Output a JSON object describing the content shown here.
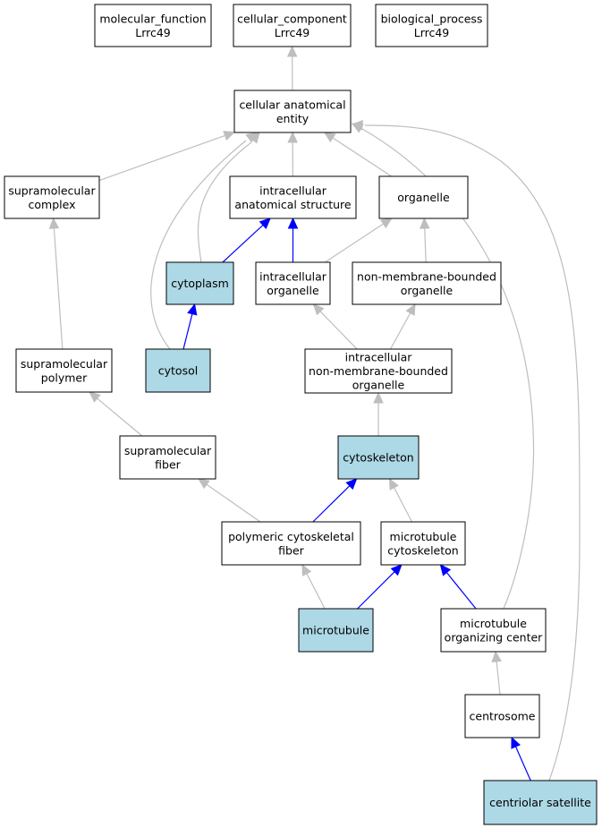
{
  "colors": {
    "background": "#ffffff",
    "node_border": "#000000",
    "highlight_fill": "#add8e6",
    "plain_fill": "#ffffff",
    "edge_gray": "#bebebe",
    "edge_blue": "#0000ff"
  },
  "nodes": [
    {
      "id": "molecular_function",
      "lines": [
        "molecular_function",
        "Lrrc49"
      ],
      "highlighted": false
    },
    {
      "id": "cellular_component",
      "lines": [
        "cellular_component",
        "Lrrc49"
      ],
      "highlighted": false
    },
    {
      "id": "biological_process",
      "lines": [
        "biological_process",
        "Lrrc49"
      ],
      "highlighted": false
    },
    {
      "id": "cellular_anatomical_entity",
      "lines": [
        "cellular anatomical",
        "entity"
      ],
      "highlighted": false
    },
    {
      "id": "supramolecular_complex",
      "lines": [
        "supramolecular",
        "complex"
      ],
      "highlighted": false
    },
    {
      "id": "intracellular_anatomical_structure",
      "lines": [
        "intracellular",
        "anatomical structure"
      ],
      "highlighted": false
    },
    {
      "id": "organelle",
      "lines": [
        "organelle"
      ],
      "highlighted": false
    },
    {
      "id": "cytoplasm",
      "lines": [
        "cytoplasm"
      ],
      "highlighted": true
    },
    {
      "id": "intracellular_organelle",
      "lines": [
        "intracellular",
        "organelle"
      ],
      "highlighted": false
    },
    {
      "id": "non_membrane_bounded_organelle",
      "lines": [
        "non-membrane-bounded",
        "organelle"
      ],
      "highlighted": false
    },
    {
      "id": "supramolecular_polymer",
      "lines": [
        "supramolecular",
        "polymer"
      ],
      "highlighted": false
    },
    {
      "id": "cytosol",
      "lines": [
        "cytosol"
      ],
      "highlighted": true
    },
    {
      "id": "intracellular_nmb_organelle",
      "lines": [
        "intracellular",
        "non-membrane-bounded",
        "organelle"
      ],
      "highlighted": false
    },
    {
      "id": "supramolecular_fiber",
      "lines": [
        "supramolecular",
        "fiber"
      ],
      "highlighted": false
    },
    {
      "id": "cytoskeleton",
      "lines": [
        "cytoskeleton"
      ],
      "highlighted": true
    },
    {
      "id": "polymeric_cytoskeletal_fiber",
      "lines": [
        "polymeric cytoskeletal",
        "fiber"
      ],
      "highlighted": false
    },
    {
      "id": "microtubule_cytoskeleton",
      "lines": [
        "microtubule",
        "cytoskeleton"
      ],
      "highlighted": false
    },
    {
      "id": "microtubule",
      "lines": [
        "microtubule"
      ],
      "highlighted": true
    },
    {
      "id": "microtubule_organizing_center",
      "lines": [
        "microtubule",
        "organizing center"
      ],
      "highlighted": false
    },
    {
      "id": "centrosome",
      "lines": [
        "centrosome"
      ],
      "highlighted": false
    },
    {
      "id": "centriolar_satellite",
      "lines": [
        "centriolar satellite"
      ],
      "highlighted": true
    }
  ],
  "edges": [
    {
      "from": "cellular_anatomical_entity",
      "to": "cellular_component",
      "color": "gray"
    },
    {
      "from": "supramolecular_complex",
      "to": "cellular_anatomical_entity",
      "color": "gray"
    },
    {
      "from": "intracellular_anatomical_structure",
      "to": "cellular_anatomical_entity",
      "color": "gray"
    },
    {
      "from": "organelle",
      "to": "cellular_anatomical_entity",
      "color": "gray"
    },
    {
      "from": "cytoplasm",
      "to": "cellular_anatomical_entity",
      "color": "gray"
    },
    {
      "from": "cytosol",
      "to": "cellular_anatomical_entity",
      "color": "gray"
    },
    {
      "from": "microtubule_organizing_center",
      "to": "cellular_anatomical_entity",
      "color": "gray"
    },
    {
      "from": "centriolar_satellite",
      "to": "cellular_anatomical_entity",
      "color": "gray"
    },
    {
      "from": "cytoplasm",
      "to": "intracellular_anatomical_structure",
      "color": "blue"
    },
    {
      "from": "intracellular_organelle",
      "to": "intracellular_anatomical_structure",
      "color": "blue"
    },
    {
      "from": "intracellular_organelle",
      "to": "organelle",
      "color": "gray"
    },
    {
      "from": "non_membrane_bounded_organelle",
      "to": "organelle",
      "color": "gray"
    },
    {
      "from": "cytosol",
      "to": "cytoplasm",
      "color": "blue"
    },
    {
      "from": "supramolecular_polymer",
      "to": "supramolecular_complex",
      "color": "gray"
    },
    {
      "from": "intracellular_nmb_organelle",
      "to": "intracellular_organelle",
      "color": "gray"
    },
    {
      "from": "intracellular_nmb_organelle",
      "to": "non_membrane_bounded_organelle",
      "color": "gray"
    },
    {
      "from": "supramolecular_fiber",
      "to": "supramolecular_polymer",
      "color": "gray"
    },
    {
      "from": "cytoskeleton",
      "to": "intracellular_nmb_organelle",
      "color": "gray"
    },
    {
      "from": "polymeric_cytoskeletal_fiber",
      "to": "supramolecular_fiber",
      "color": "gray"
    },
    {
      "from": "polymeric_cytoskeletal_fiber",
      "to": "cytoskeleton",
      "color": "blue"
    },
    {
      "from": "microtubule_cytoskeleton",
      "to": "cytoskeleton",
      "color": "gray"
    },
    {
      "from": "microtubule",
      "to": "polymeric_cytoskeletal_fiber",
      "color": "gray"
    },
    {
      "from": "microtubule",
      "to": "microtubule_cytoskeleton",
      "color": "blue"
    },
    {
      "from": "microtubule_organizing_center",
      "to": "microtubule_cytoskeleton",
      "color": "blue"
    },
    {
      "from": "centrosome",
      "to": "microtubule_organizing_center",
      "color": "gray"
    },
    {
      "from": "centriolar_satellite",
      "to": "centrosome",
      "color": "blue"
    }
  ]
}
